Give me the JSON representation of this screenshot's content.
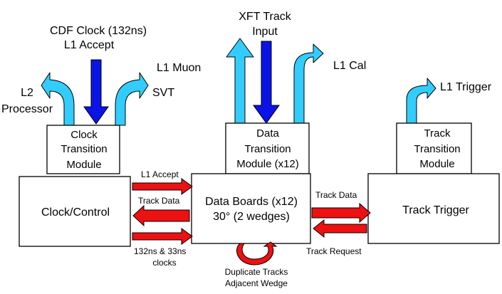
{
  "inputs": {
    "cdf_clock_line1": "CDF Clock (132ns)",
    "cdf_clock_line2": "L1 Accept",
    "xft_line1": "XFT Track",
    "xft_line2": "Input"
  },
  "outputs": {
    "l2_line1": "L2",
    "l2_line2": "Processor",
    "svt": "SVT",
    "l1_muon": "L1 Muon",
    "l1_cal": "L1 Cal",
    "l1_trigger": "L1 Trigger"
  },
  "boxes": {
    "clock_tm": [
      "Clock",
      "Transition",
      "Module"
    ],
    "data_tm": [
      "Data",
      "Transition",
      "Module (x12)"
    ],
    "track_tm": [
      "Track",
      "Transition",
      "Module"
    ],
    "clock_control": "Clock/Control",
    "data_boards_line1": "Data Boards (x12)",
    "data_boards_line2": "30° (2 wedges)",
    "track_trigger": "Track Trigger"
  },
  "links": {
    "l1_accept": "L1 Accept",
    "track_data_left": "Track Data",
    "clocks_line1": "132ns & 33ns",
    "clocks_line2": "clocks",
    "track_data_right": "Track Data",
    "track_request": "Track Request",
    "dup_line1": "Duplicate Tracks",
    "dup_line2": "Adjacent Wedge"
  },
  "colors": {
    "output_arrow": "#33ccff",
    "input_arrow": "#0a14e6",
    "data_arrow": "#ee1111"
  }
}
